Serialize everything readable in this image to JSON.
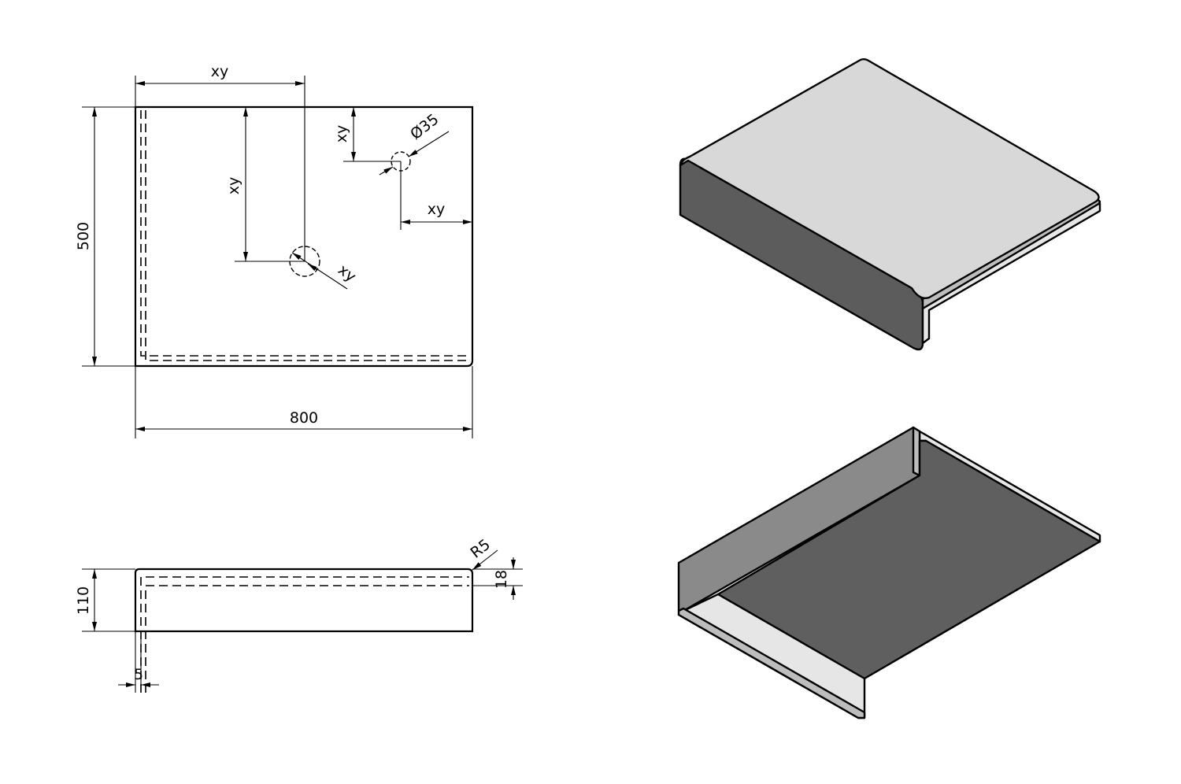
{
  "top_view": {
    "labels": {
      "hole_a_x": "xy",
      "hole_a_y": "xy",
      "hole_a_dia": "xy",
      "hole_b_y": "xy",
      "hole_b_x": "xy",
      "hole_b_dia": "Ø35",
      "height": "500",
      "width": "800"
    }
  },
  "side_view": {
    "labels": {
      "radius": "R5",
      "thickness": "18",
      "height": "110",
      "flange": "5"
    }
  },
  "colors": {
    "line": "#000000",
    "top_face": "#d8d8d8",
    "front_face": "#5c5c5c",
    "dark_face": "#5f5f5f",
    "mid_face": "#8a8a8a",
    "light_face": "#e6e6e6",
    "edge_light": "#bdbdbd"
  }
}
